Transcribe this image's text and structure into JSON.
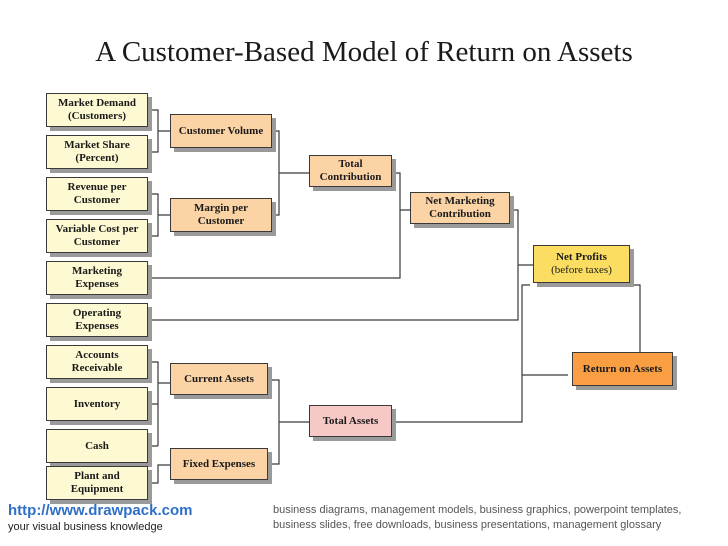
{
  "title": "A Customer-Based Model of Return on Assets",
  "boxes": {
    "market_demand": "Market Demand (Customers)",
    "market_share": "Market Share (Percent)",
    "revenue_per_customer": "Revenue per Customer",
    "variable_cost": "Variable Cost per Customer",
    "marketing_expenses": "Marketing Expenses",
    "operating_expenses": "Operating Expenses",
    "accounts_receivable": "Accounts Receivable",
    "inventory": "Inventory",
    "cash": "Cash",
    "plant_equipment": "Plant and Equipment",
    "customer_volume": "Customer Volume",
    "margin_per_customer": "Margin per Customer",
    "current_assets": "Current Assets",
    "fixed_expenses": "Fixed Expenses",
    "total_contribution": "Total Contribution",
    "total_assets": "Total Assets",
    "net_marketing_contribution": "Net Marketing Contribution",
    "net_profits": "Net Profits",
    "net_profits_sub": "(before taxes)",
    "return_on_assets": "Return on Assets"
  },
  "colors": {
    "input": "#fdf9d2",
    "intermediate": "#fbd3a5",
    "total_assets": "#f7c9c6",
    "net_profits": "#fbdd61",
    "return_on_assets": "#fa9e44"
  },
  "footer": {
    "url": "http://www.drawpack.com",
    "tagline": "your visual business knowledge",
    "keywords": "business diagrams, management models, business graphics, powerpoint templates, business slides, free downloads, business presentations, management glossary"
  }
}
